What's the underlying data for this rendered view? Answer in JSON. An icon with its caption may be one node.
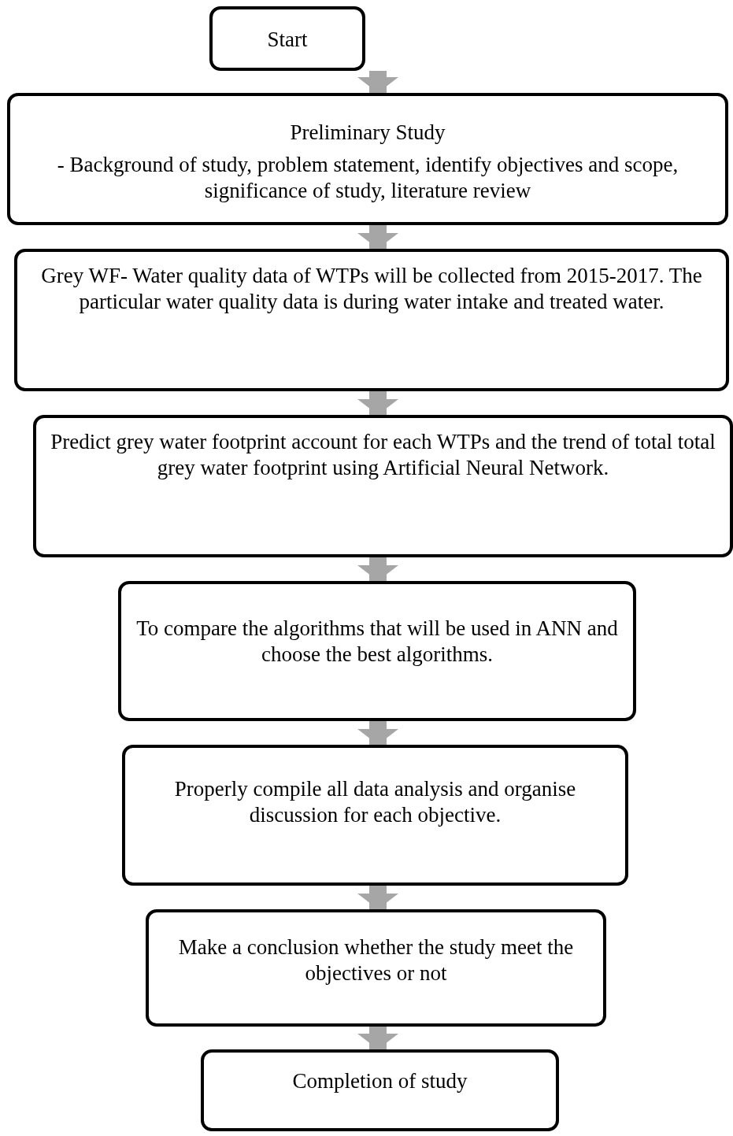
{
  "diagram": {
    "nodes": [
      {
        "text": [
          "Start"
        ]
      },
      {
        "text": [
          "Preliminary Study",
          "- Background of study, problem statement, identify objectives and scope, significance of study, literature review"
        ]
      },
      {
        "text": [
          "Grey WF- Water quality data of WTPs will be collected from 2015-2017.  The particular water quality data is during water intake and treated water."
        ]
      },
      {
        "text": [
          "Predict grey water footprint account for each WTPs and the trend of total total grey water footprint using Artificial Neural Network."
        ]
      },
      {
        "text": [
          "To compare the algorithms that will be used in ANN and choose the best algorithms."
        ]
      },
      {
        "text": [
          "Properly compile all data analysis and organise discussion for each objective."
        ]
      },
      {
        "text": [
          "Make a conclusion whether the study meet the objectives or not"
        ]
      },
      {
        "text": [
          "Completion of study"
        ]
      }
    ],
    "edges": [
      {
        "from": 0,
        "to": 1,
        "arrow": "to"
      },
      {
        "from": 1,
        "to": 2,
        "arrow": "to"
      },
      {
        "from": 2,
        "to": 3,
        "arrow": "to"
      },
      {
        "from": 3,
        "to": 4,
        "arrow": "to"
      },
      {
        "from": 4,
        "to": 5,
        "arrow": "to"
      },
      {
        "from": 5,
        "to": 6,
        "arrow": "to"
      },
      {
        "from": 6,
        "to": 7,
        "arrow": "to"
      }
    ]
  }
}
